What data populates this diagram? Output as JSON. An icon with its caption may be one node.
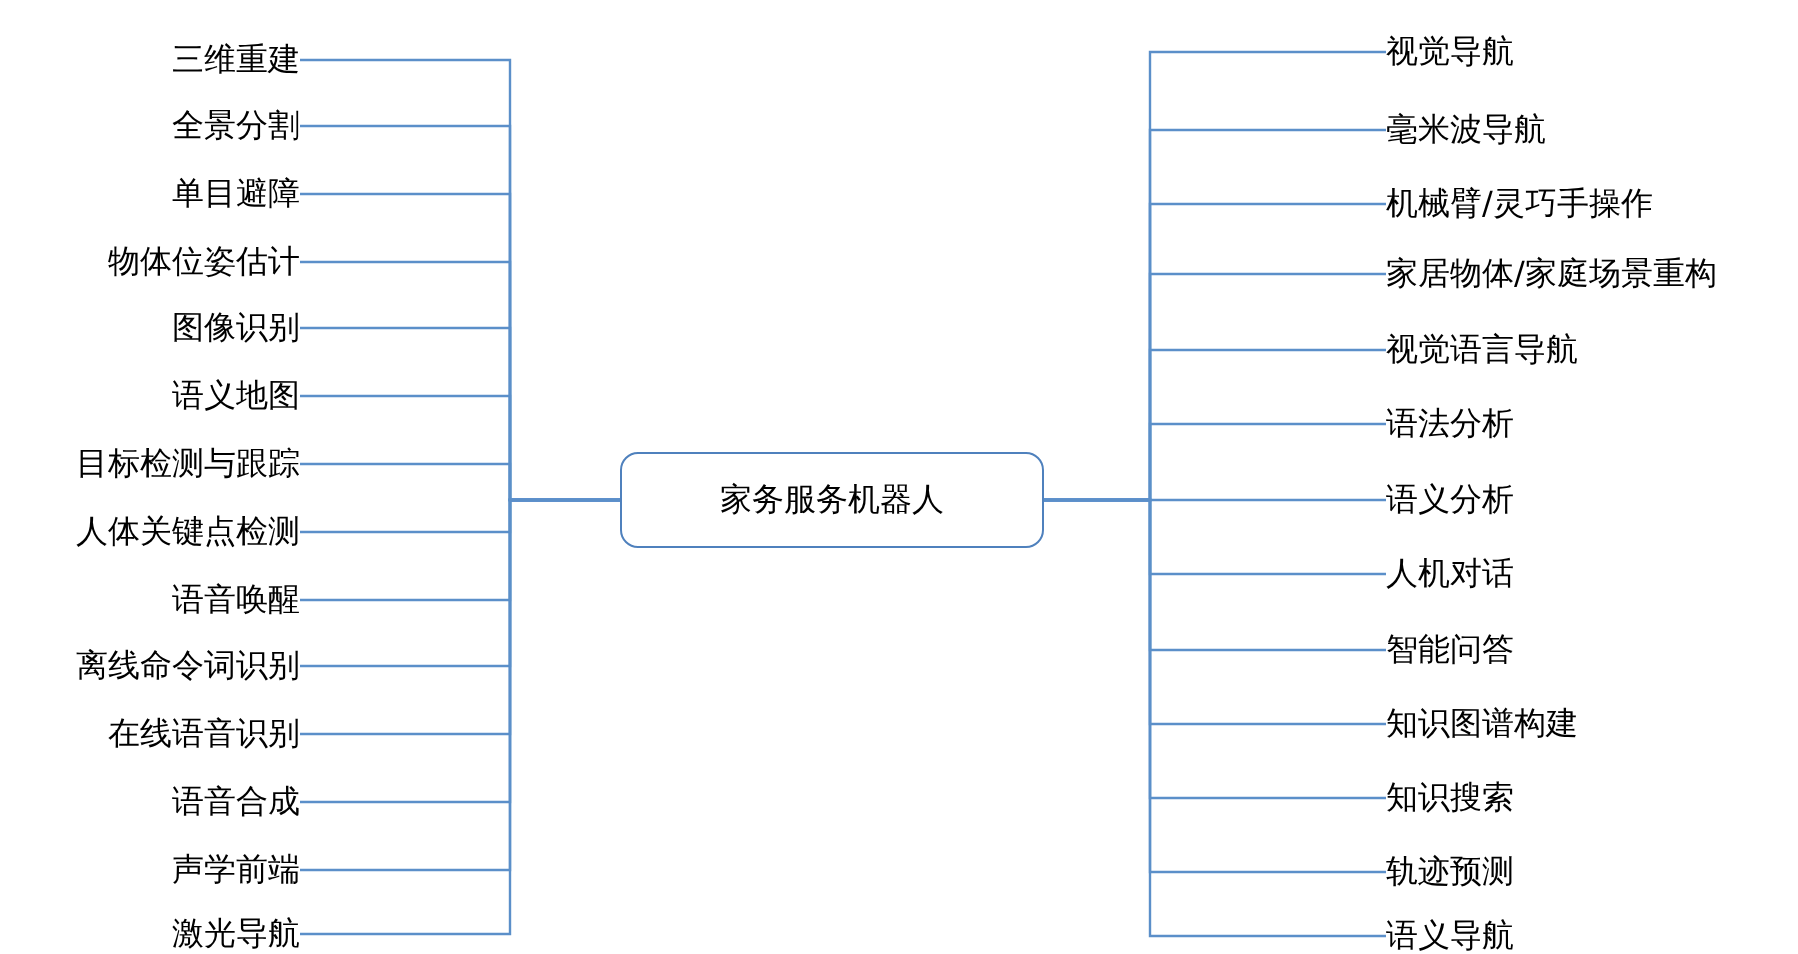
{
  "diagram": {
    "nodes": [
      {
        "text": [
          "家务服务机器人"
        ]
      },
      {
        "text": [
          "三维重建"
        ]
      },
      {
        "text": [
          "全景分割"
        ]
      },
      {
        "text": [
          "单目避障"
        ]
      },
      {
        "text": [
          "物体位姿估计"
        ]
      },
      {
        "text": [
          "图像识别"
        ]
      },
      {
        "text": [
          "语义地图"
        ]
      },
      {
        "text": [
          "目标检测与跟踪"
        ]
      },
      {
        "text": [
          "人体关键点检测"
        ]
      },
      {
        "text": [
          "语音唤醒"
        ]
      },
      {
        "text": [
          "离线命令词识别"
        ]
      },
      {
        "text": [
          "在线语音识别"
        ]
      },
      {
        "text": [
          "语音合成"
        ]
      },
      {
        "text": [
          "声学前端"
        ]
      },
      {
        "text": [
          "激光导航"
        ]
      },
      {
        "text": [
          "视觉导航"
        ]
      },
      {
        "text": [
          "毫米波导航"
        ]
      },
      {
        "text": [
          "机械臂/灵巧手操作"
        ]
      },
      {
        "text": [
          "家居物体/家庭场景重构"
        ]
      },
      {
        "text": [
          "视觉语言导航"
        ]
      },
      {
        "text": [
          "语法分析"
        ]
      },
      {
        "text": [
          "语义分析"
        ]
      },
      {
        "text": [
          "人机对话"
        ]
      },
      {
        "text": [
          "智能问答"
        ]
      },
      {
        "text": [
          "知识图谱构建"
        ]
      },
      {
        "text": [
          "知识搜索"
        ]
      },
      {
        "text": [
          "轨迹预测"
        ]
      },
      {
        "text": [
          "语义导航"
        ]
      }
    ],
    "edges": [
      {
        "from": 0,
        "to": 1,
        "arrow": "none"
      },
      {
        "from": 0,
        "to": 2,
        "arrow": "none"
      },
      {
        "from": 0,
        "to": 3,
        "arrow": "none"
      },
      {
        "from": 0,
        "to": 4,
        "arrow": "none"
      },
      {
        "from": 0,
        "to": 5,
        "arrow": "none"
      },
      {
        "from": 0,
        "to": 6,
        "arrow": "none"
      },
      {
        "from": 0,
        "to": 7,
        "arrow": "none"
      },
      {
        "from": 0,
        "to": 8,
        "arrow": "none"
      },
      {
        "from": 0,
        "to": 9,
        "arrow": "none"
      },
      {
        "from": 0,
        "to": 10,
        "arrow": "none"
      },
      {
        "from": 0,
        "to": 11,
        "arrow": "none"
      },
      {
        "from": 0,
        "to": 12,
        "arrow": "none"
      },
      {
        "from": 0,
        "to": 13,
        "arrow": "none"
      },
      {
        "from": 0,
        "to": 14,
        "arrow": "none"
      },
      {
        "from": 0,
        "to": 15,
        "arrow": "none"
      },
      {
        "from": 0,
        "to": 16,
        "arrow": "none"
      },
      {
        "from": 0,
        "to": 17,
        "arrow": "none"
      },
      {
        "from": 0,
        "to": 18,
        "arrow": "none"
      },
      {
        "from": 0,
        "to": 19,
        "arrow": "none"
      },
      {
        "from": 0,
        "to": 20,
        "arrow": "none"
      },
      {
        "from": 0,
        "to": 21,
        "arrow": "none"
      },
      {
        "from": 0,
        "to": 22,
        "arrow": "none"
      },
      {
        "from": 0,
        "to": 23,
        "arrow": "none"
      },
      {
        "from": 0,
        "to": 24,
        "arrow": "none"
      },
      {
        "from": 0,
        "to": 25,
        "arrow": "none"
      },
      {
        "from": 0,
        "to": 26,
        "arrow": "none"
      },
      {
        "from": 0,
        "to": 27,
        "arrow": "none"
      }
    ]
  }
}
